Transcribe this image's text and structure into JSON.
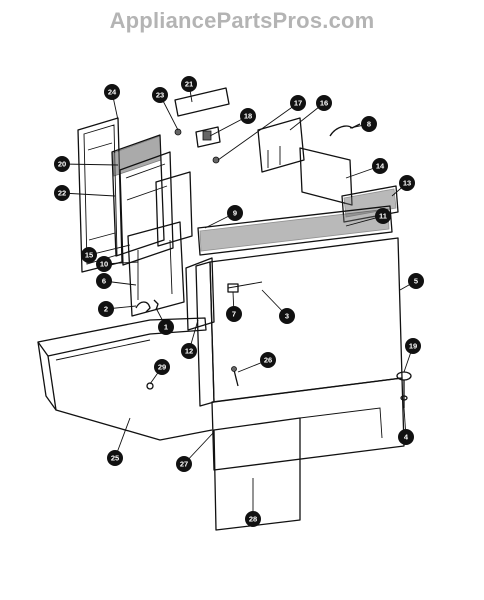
{
  "header": {
    "site_title": "AppliancePartsPros.com"
  },
  "callouts": [
    {
      "id": "c24",
      "label": "24"
    },
    {
      "id": "c21",
      "label": "21"
    },
    {
      "id": "c23",
      "label": "23"
    },
    {
      "id": "c18",
      "label": "18"
    },
    {
      "id": "c17",
      "label": "17"
    },
    {
      "id": "c16",
      "label": "16"
    },
    {
      "id": "c8",
      "label": "8"
    },
    {
      "id": "c20",
      "label": "20"
    },
    {
      "id": "c22",
      "label": "22"
    },
    {
      "id": "c14",
      "label": "14"
    },
    {
      "id": "c13",
      "label": "13"
    },
    {
      "id": "c9",
      "label": "9"
    },
    {
      "id": "c11",
      "label": "11"
    },
    {
      "id": "c15",
      "label": "15"
    },
    {
      "id": "c10",
      "label": "10"
    },
    {
      "id": "c6",
      "label": "6"
    },
    {
      "id": "c5",
      "label": "5"
    },
    {
      "id": "c2",
      "label": "2"
    },
    {
      "id": "c7",
      "label": "7"
    },
    {
      "id": "c3",
      "label": "3"
    },
    {
      "id": "c1",
      "label": "1"
    },
    {
      "id": "c12",
      "label": "12"
    },
    {
      "id": "c19",
      "label": "19"
    },
    {
      "id": "c26",
      "label": "26"
    },
    {
      "id": "c29",
      "label": "29"
    },
    {
      "id": "c4",
      "label": "4"
    },
    {
      "id": "c25",
      "label": "25"
    },
    {
      "id": "c27",
      "label": "27"
    },
    {
      "id": "c28",
      "label": "28"
    }
  ]
}
